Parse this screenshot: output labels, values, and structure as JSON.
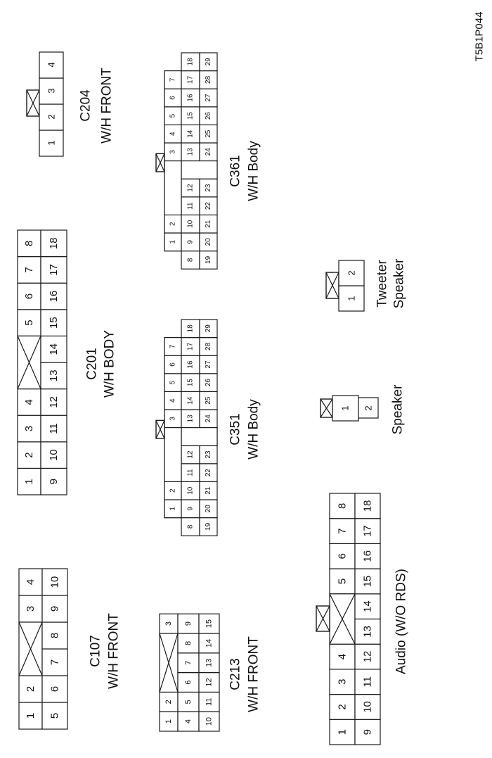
{
  "figure_id": "T5B1P044",
  "connectors": {
    "c204": {
      "name": "C204",
      "harness": "W/H FRONT",
      "pins": [
        "1",
        "2",
        "3",
        "4"
      ]
    },
    "c361": {
      "name": "C361",
      "harness": "W/H Body",
      "row1": [
        "1",
        "2",
        "3",
        "4",
        "5",
        "6",
        "7"
      ],
      "row2": [
        "8",
        "9",
        "10",
        "11",
        "12",
        "13",
        "14",
        "15",
        "16",
        "17",
        "18"
      ],
      "row3": [
        "19",
        "20",
        "21",
        "22",
        "23",
        "24",
        "25",
        "26",
        "27",
        "28",
        "29"
      ]
    },
    "c201": {
      "name": "C201",
      "harness": "W/H BODY",
      "row1": [
        "1",
        "2",
        "3",
        "4",
        "5",
        "6",
        "7",
        "8"
      ],
      "row2": [
        "9",
        "10",
        "11",
        "12",
        "13",
        "14",
        "15",
        "16",
        "17",
        "18"
      ]
    },
    "c351": {
      "name": "C351",
      "harness": "W/H Body",
      "row1": [
        "1",
        "2",
        "3",
        "4",
        "5",
        "6",
        "7"
      ],
      "row2": [
        "8",
        "9",
        "10",
        "11",
        "12",
        "13",
        "14",
        "15",
        "16",
        "17",
        "18"
      ],
      "row3": [
        "19",
        "20",
        "21",
        "22",
        "23",
        "24",
        "25",
        "26",
        "27",
        "28",
        "29"
      ]
    },
    "tweeter": {
      "name_line1": "Tweeter",
      "name_line2": "Speaker",
      "pins": [
        "1",
        "2"
      ]
    },
    "speaker": {
      "name": "Speaker",
      "pins": [
        "1",
        "2"
      ]
    },
    "c107": {
      "name": "C107",
      "harness": "W/H FRONT",
      "row1": [
        "1",
        "2",
        "3",
        "4"
      ],
      "row2": [
        "5",
        "6",
        "7",
        "8",
        "9",
        "10"
      ]
    },
    "c213": {
      "name": "C213",
      "harness": "W/H FRONT",
      "row1": [
        "1",
        "2",
        "3"
      ],
      "row2": [
        "4",
        "5",
        "6",
        "7",
        "8",
        "9"
      ],
      "row3": [
        "10",
        "11",
        "12",
        "13",
        "14",
        "15"
      ]
    },
    "audio": {
      "name": "Audio (W/O RDS)",
      "row1": [
        "1",
        "2",
        "3",
        "4",
        "5",
        "6",
        "7",
        "8"
      ],
      "row2": [
        "9",
        "10",
        "11",
        "12",
        "13",
        "14",
        "15",
        "16",
        "17",
        "18"
      ]
    }
  }
}
